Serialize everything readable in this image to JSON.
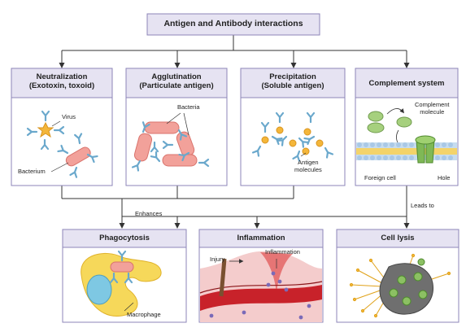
{
  "title": "Antigen and Antibody interactions",
  "boxes": {
    "neutralization": {
      "line1": "Neutralization",
      "line2": "(Exotoxin, toxoid)",
      "virus": "Virus",
      "bacterium": "Bacterium"
    },
    "agglutination": {
      "line1": "Agglutination",
      "line2": "(Particulate antigen)",
      "bacteria": "Bacteria"
    },
    "precipitation": {
      "line1": "Precipitation",
      "line2": "(Soluble antigen)",
      "antigen1": "Antigen",
      "antigen2": "molecules"
    },
    "complement": {
      "title": "Complement system",
      "molecule1": "Complement",
      "molecule2": "molecule",
      "foreign_cell": "Foreign cell",
      "hole": "Hole"
    },
    "phagocytosis": {
      "title": "Phagocytosis",
      "macrophage": "Macrophage"
    },
    "inflammation": {
      "title": "Inflammation",
      "injury": "Injury",
      "inflammation": "Inflammation"
    },
    "cell_lysis": {
      "title": "Cell lysis"
    }
  },
  "connectors": {
    "enhances": "Enhances",
    "leads_to": "Leads to"
  },
  "colors": {
    "box_fill": "#e6e3f2",
    "box_stroke": "#8d86b8",
    "antibody": "#7fb8d8",
    "bacterium": "#f2a19a",
    "antigen_dot": "#f4b63a",
    "complement_green": "#8cc063",
    "macrophage": "#f6d85a",
    "nucleus": "#7ec8e3",
    "blood_vessel": "#c8222a"
  }
}
